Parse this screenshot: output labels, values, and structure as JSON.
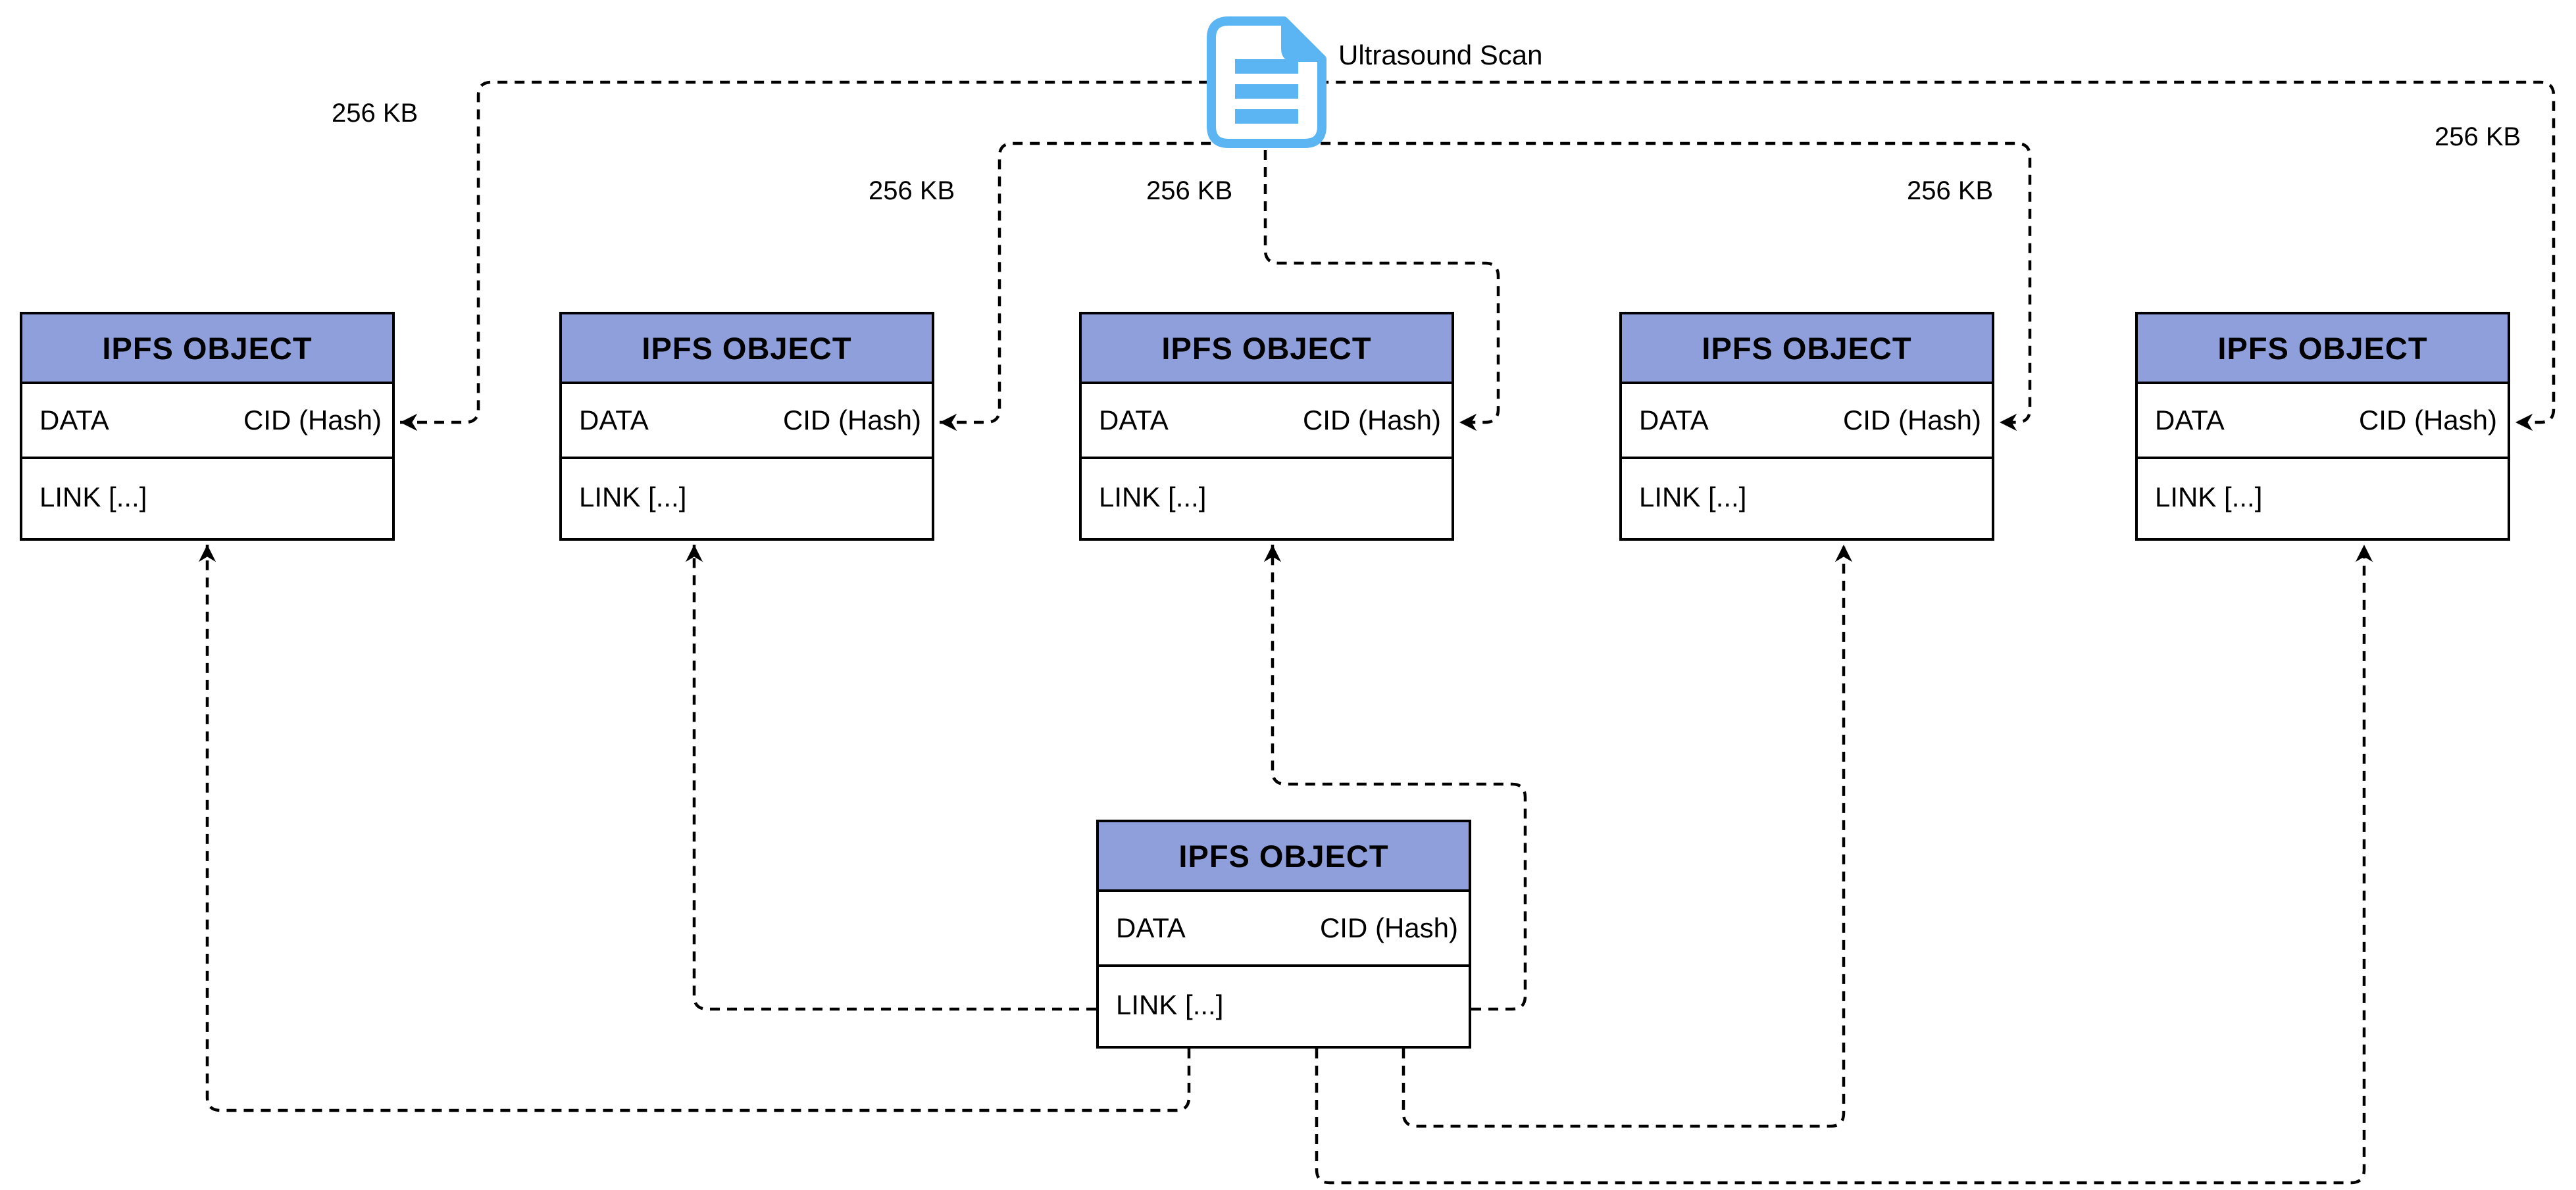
{
  "diagram": {
    "file": {
      "label": "Ultrasound Scan"
    },
    "chunk_sizes": [
      "256 KB",
      "256 KB",
      "256 KB",
      "256 KB",
      "256 KB"
    ],
    "boxes": [
      {
        "title": "IPFS OBJECT",
        "data_label": "DATA",
        "cid_label": "CID (Hash)",
        "link_label": "LINK [...]"
      },
      {
        "title": "IPFS OBJECT",
        "data_label": "DATA",
        "cid_label": "CID (Hash)",
        "link_label": "LINK [...]"
      },
      {
        "title": "IPFS OBJECT",
        "data_label": "DATA",
        "cid_label": "CID (Hash)",
        "link_label": "LINK [...]"
      },
      {
        "title": "IPFS OBJECT",
        "data_label": "DATA",
        "cid_label": "CID (Hash)",
        "link_label": "LINK [...]"
      },
      {
        "title": "IPFS OBJECT",
        "data_label": "DATA",
        "cid_label": "CID (Hash)",
        "link_label": "LINK [...]"
      },
      {
        "title": "IPFS OBJECT",
        "data_label": "DATA",
        "cid_label": "CID (Hash)",
        "link_label": "LINK [...]"
      }
    ],
    "colors": {
      "box_header_fill": "#8F9FDB",
      "box_border": "#000000",
      "connector": "#000000",
      "file_icon_blue": "#5BB5F2"
    }
  }
}
